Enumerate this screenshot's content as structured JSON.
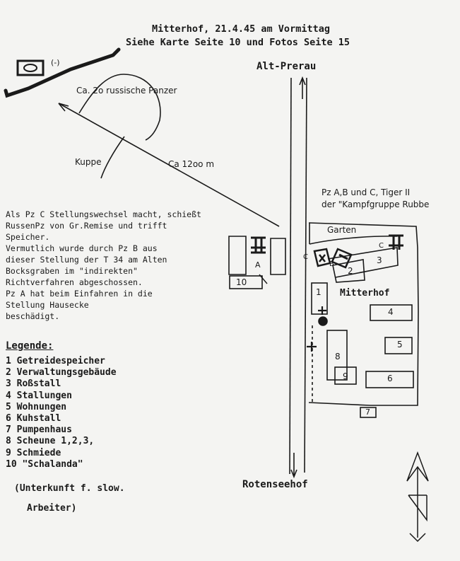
{
  "header": {
    "title_line1": "Mitterhof, 21.4.45 am Vormittag",
    "title_line2": "Siehe Karte Seite 10 und Fotos Seite 15"
  },
  "map_labels": {
    "north_road": "Alt-Prerau",
    "south_road": "Rotenseehof",
    "tanks": "Ca. 2o russische Panzer",
    "hill": "Kuppe",
    "distance": "Ca 12oo m",
    "group_line1": "Pz A,B und C, Tiger II",
    "group_line2": "der \"Kampfgruppe Rubbe",
    "garden": "Garten",
    "farm": "Mitterhof",
    "enemy_marker": "(-)",
    "pos_a": "A",
    "pos_b": "B",
    "pos_c1": "C",
    "pos_c2": "C",
    "bldg_1": "1",
    "bldg_2": "2",
    "bldg_3": "3",
    "bldg_4": "4",
    "bldg_5": "5",
    "bldg_6": "6",
    "bldg_7": "7",
    "bldg_8": "8",
    "bldg_9": "9",
    "bldg_10": "10"
  },
  "notes": [
    "Als Pz C Stellungswechsel macht, schießt",
    "RussenPz von Gr.Remise und trifft",
    "Speicher.",
    "Vermutlich wurde durch Pz B aus",
    "dieser Stellung der T 34 am Alten",
    "Bocksgraben im \"indirekten\"",
    "Richtverfahren abgeschossen.",
    "Pz A hat beim Einfahren in die",
    "Stellung Hausecke",
    "beschädigt."
  ],
  "legend": {
    "title": "Legende:",
    "items": [
      "1 Getreidespeicher",
      "2 Verwaltungsgebäude",
      "3 Roßstall",
      "4 Stallungen",
      "5 Wohnungen",
      "6 Kuhstall",
      "7 Pumpenhaus",
      "8 Scheune 1,2,3,",
      "9 Schmiede",
      "10 \"Schalanda\""
    ],
    "extra1": "(Unterkunft f. slow.",
    "extra2": "Arbeiter)"
  }
}
